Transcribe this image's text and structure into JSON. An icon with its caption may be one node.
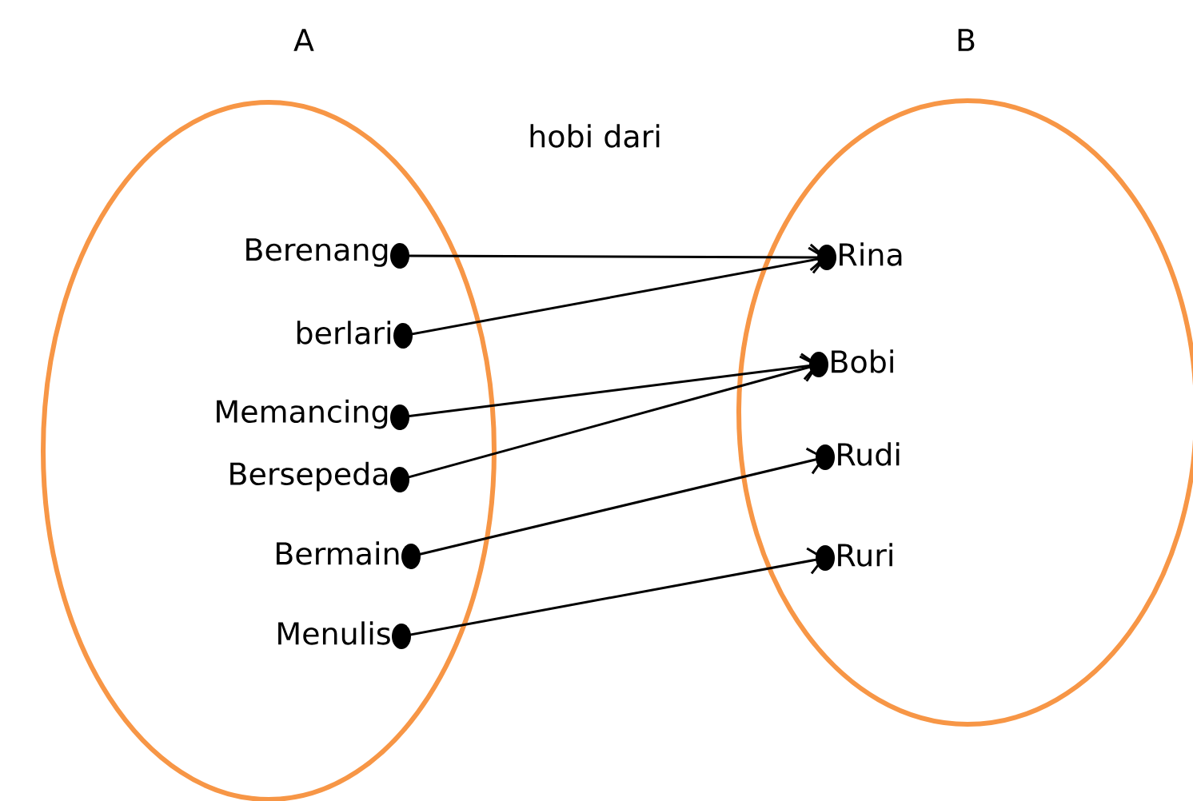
{
  "diagram": {
    "nodes": [
      {
        "text": [
          "A"
        ]
      },
      {
        "text": [
          "B"
        ]
      },
      {
        "text": [
          "Berenang"
        ],
        "in": 0
      },
      {
        "text": [
          "berlari"
        ],
        "in": 0
      },
      {
        "text": [
          "Memancing"
        ],
        "in": 0
      },
      {
        "text": [
          "Bersepeda"
        ],
        "in": 0
      },
      {
        "text": [
          "Bermain"
        ],
        "in": 0
      },
      {
        "text": [
          "Menulis"
        ],
        "in": 0
      },
      {
        "text": [
          "Rina"
        ],
        "in": 1
      },
      {
        "text": [
          "Bobi"
        ],
        "in": 1
      },
      {
        "text": [
          "Rudi"
        ],
        "in": 1
      },
      {
        "text": [
          "Ruri"
        ],
        "in": 1
      }
    ],
    "edges": [
      {
        "from": 2,
        "to": 8,
        "arrow": "to"
      },
      {
        "from": 3,
        "to": 8,
        "arrow": "to"
      },
      {
        "from": 4,
        "to": 9,
        "arrow": "to"
      },
      {
        "from": 5,
        "to": 9,
        "arrow": "to"
      },
      {
        "from": 6,
        "to": 10,
        "arrow": "to"
      },
      {
        "from": 7,
        "to": 11,
        "arrow": "to"
      }
    ],
    "labels": [
      "hobi dari"
    ]
  }
}
